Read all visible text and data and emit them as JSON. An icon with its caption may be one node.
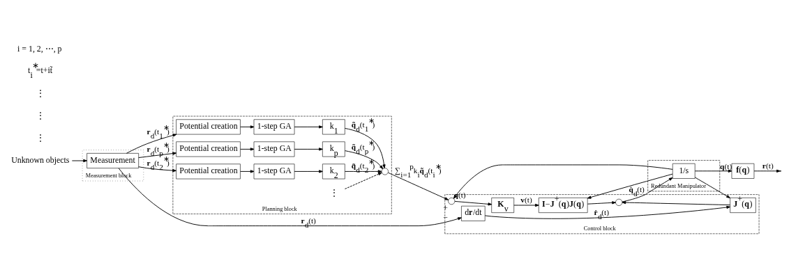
{
  "diagram": {
    "nodes": [
      {
        "text": [
          "Measurement block"
        ]
      },
      {
        "text": [
          "Unknown objects"
        ]
      },
      {
        "text": [
          "Measurement"
        ],
        "in": 0
      },
      {
        "text": [
          "Planning block"
        ]
      },
      {
        "text": [
          "Potential creation"
        ],
        "in": 3
      },
      {
        "text": [
          "1-step GA"
        ],
        "in": 3
      },
      {
        "text": [
          "k$_{p}$"
        ],
        "in": 3
      },
      {
        "text": [
          "Potential creation"
        ],
        "in": 3
      },
      {
        "text": [
          "1-step GA"
        ],
        "in": 3
      },
      {
        "text": [
          "k$_{2}$"
        ],
        "in": 3
      },
      {
        "text": [
          "Potential creation"
        ],
        "in": 3
      },
      {
        "text": [
          "1-step GA"
        ],
        "in": 3
      },
      {
        "text": [
          "k$_{1}$"
        ],
        "in": 3
      },
      {
        "text": [],
        "shape": "circle",
        "in": 3
      },
      {
        "text": [
          "Control block"
        ]
      },
      {
        "text": [
          "d**r**/dt"
        ],
        "in": 14
      },
      {
        "text": [
          "**J**$^{+}$(**q**)"
        ],
        "in": 14
      },
      {
        "text": [],
        "shape": "circle",
        "in": 14
      },
      {
        "text": [
          "**I**−**J**$^{+}$(**q**)**J**(**q**)"
        ],
        "in": 14
      },
      {
        "text": [
          "**K**$_{v}$"
        ],
        "in": 14
      },
      {
        "text": [],
        "shape": "circle",
        "in": 14,
        "beside": [
          "+",
          "−"
        ]
      },
      {
        "text": [
          "Redundant Manipulator"
        ]
      },
      {
        "text": [
          "1/s"
        ],
        "in": 21
      },
      {
        "text": [
          "**f**(**q**)"
        ]
      },
      {
        "text": [
          "⋮"
        ],
        "in": 3
      }
    ],
    "edges": [
      {
        "from": 1,
        "to": 2,
        "arrow": "to"
      },
      {
        "from": 2,
        "to": 4,
        "arrow": "to",
        "label": "**r**$_{d}$(t$_{p}$$^{∗}$)"
      },
      {
        "from": 2,
        "to": 7,
        "arrow": "to",
        "label": "**r**$_{d}$(t$_{2}$$^{∗}$)"
      },
      {
        "from": 2,
        "to": 10,
        "arrow": "to",
        "label": "**r**$_{d}$(t$_{1}$$^{∗}$)"
      },
      {
        "from": 4,
        "to": 5,
        "arrow": "to"
      },
      {
        "from": 5,
        "to": 6,
        "arrow": "to"
      },
      {
        "from": 7,
        "to": 8,
        "arrow": "to"
      },
      {
        "from": 8,
        "to": 9,
        "arrow": "to"
      },
      {
        "from": 10,
        "to": 11,
        "arrow": "to"
      },
      {
        "from": 11,
        "to": 12,
        "arrow": "to"
      },
      {
        "from": 6,
        "to": 13,
        "arrow": "to",
        "label": "**q̃**$_{d}$(t$_{p}$$^{∗}$)"
      },
      {
        "from": 9,
        "to": 13,
        "arrow": "to",
        "label": "**q̃**$_{d}$(t$_{2}$$^{∗}$)"
      },
      {
        "from": 12,
        "to": 13,
        "arrow": "to",
        "label": "**q̃**$_{d}$(t$_{1}$$^{∗}$)"
      },
      {
        "from": 24,
        "to": 13,
        "arrow": "to",
        "style": "dashed"
      },
      {
        "from": 13,
        "to": 20,
        "arrow": "to",
        "label": "∑$_{i=1}$$^{p}$k$_{i}$**q̃**$_{d}$(t$_{i}$$^{∗}$)"
      },
      {
        "from": 2,
        "to": 15,
        "arrow": "to",
        "label": "**r**$_{d}$(t)"
      },
      {
        "from": 15,
        "to": 16,
        "arrow": "to",
        "label": "**ṙ**$_{d}$(t)"
      },
      {
        "from": 16,
        "to": 17,
        "arrow": "to"
      },
      {
        "from": 17,
        "to": 22,
        "arrow": "to",
        "label": "**q̇**$_{d}$(t)"
      },
      {
        "from": 20,
        "to": 19,
        "arrow": "to"
      },
      {
        "from": 19,
        "to": 18,
        "arrow": "to",
        "label": "**v**(t)"
      },
      {
        "from": 18,
        "to": 17,
        "arrow": "to"
      },
      {
        "from": 22,
        "to": 20,
        "arrow": "to",
        "label": "**q**(t)"
      },
      {
        "from": 22,
        "to": 23,
        "arrow": "to",
        "label": "**q**(t)"
      },
      {
        "from": 22,
        "to": 18,
        "arrow": "to"
      },
      {
        "from": 22,
        "to": 16,
        "arrow": "to"
      },
      {
        "from": 23,
        "to": null,
        "arrow": "to",
        "label": "**r**(t)"
      }
    ],
    "labels": [
      "⋮",
      "⋮",
      "⋮",
      "t$_{i}$$^{∗}$=t+it̃",
      "i = 1, 2, ⋯, p"
    ]
  }
}
